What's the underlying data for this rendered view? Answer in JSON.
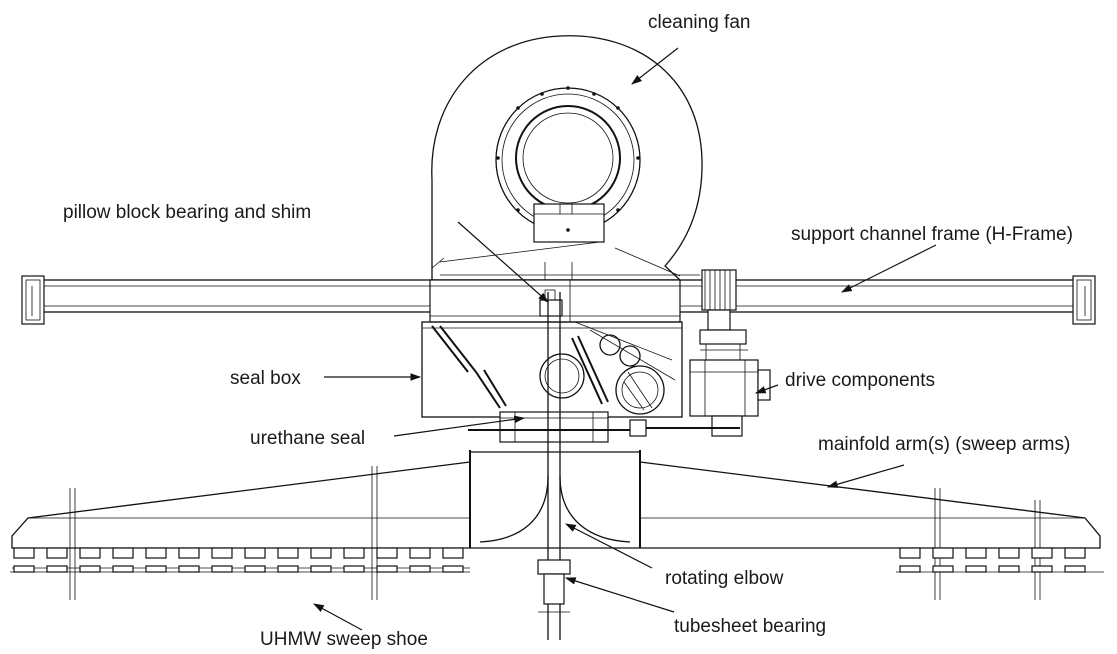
{
  "labels": {
    "cleaning_fan": "cleaning fan",
    "pillow_block": "pillow block bearing and shim",
    "support_channel": "support channel frame (H-Frame)",
    "seal_box": "seal box",
    "drive_components": "drive components",
    "urethane_seal": "urethane seal",
    "manifold_arms": "mainfold arm(s) (sweep arms)",
    "rotating_elbow": "rotating elbow",
    "tubesheet_bearing": "tubesheet bearing",
    "sweep_shoe": "UHMW sweep shoe"
  }
}
